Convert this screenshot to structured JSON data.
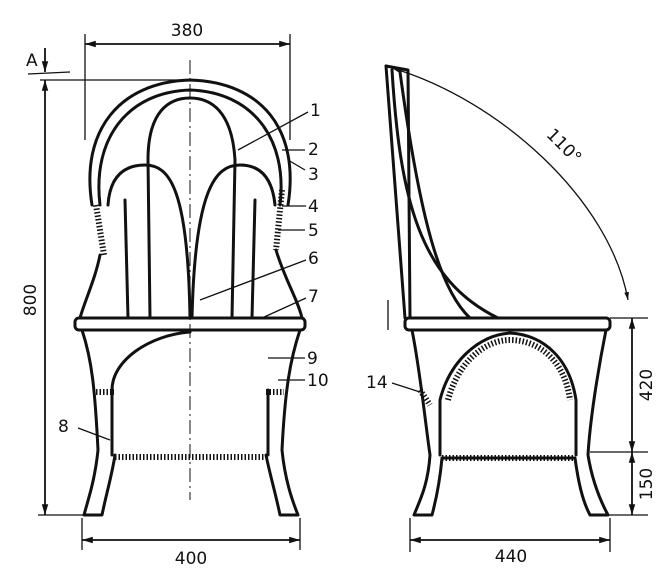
{
  "front_view": {
    "width_top": "380",
    "offset_label": "A",
    "height_total": "800",
    "width_bottom": "400",
    "parts": [
      "1",
      "2",
      "3",
      "4",
      "5",
      "6",
      "7",
      "8",
      "9",
      "10"
    ]
  },
  "side_view": {
    "angle": "110°",
    "part_14": "14",
    "seat_height": "420",
    "stretcher_height": "150",
    "depth": "440"
  }
}
